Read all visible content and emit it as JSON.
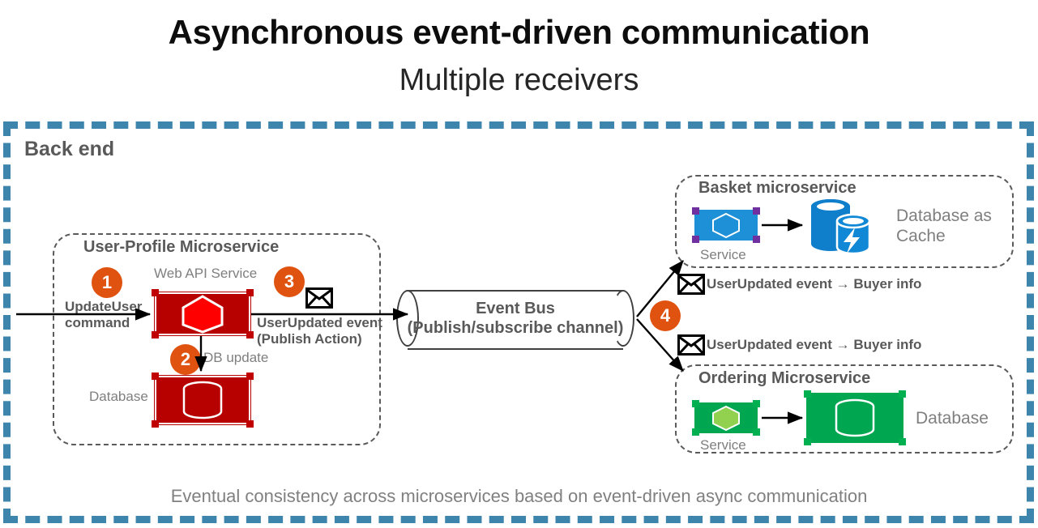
{
  "title": {
    "main": "Asynchronous event-driven communication",
    "subtitle": "Multiple receivers"
  },
  "backend": {
    "label": "Back end",
    "border_color": "#3d85ad",
    "footer_note": "Eventual consistency across microservices based on event-driven async communication"
  },
  "user_profile": {
    "group_title": "User-Profile Microservice",
    "step1": "1",
    "step2": "2",
    "step3": "3",
    "incoming_label": "UpdateUser\ncommand",
    "incoming_label_line1": "UpdateUser",
    "incoming_label_line2": "command",
    "web_api_caption": "Web API Service",
    "db_update_caption": "DB update",
    "database_caption": "Database",
    "publish_label_line1": "UserUpdated event",
    "publish_label_line2": "(Publish Action)",
    "envelope_icon": "envelope-icon",
    "service_color": "#B70000",
    "hexagon_color": "#FF0000"
  },
  "event_bus": {
    "line1": "Event Bus",
    "line2": "(Publish/subscribe channel)",
    "step4": "4"
  },
  "basket": {
    "group_title": "Basket microservice",
    "service_caption": "Service",
    "database_caption_line1": "Database as",
    "database_caption_line2": "Cache",
    "event_label": "UserUpdated event → Buyer info",
    "envelope_icon": "envelope-icon",
    "service_color": "#1E90D8",
    "corner_color": "#7030A0",
    "cache_color": "#0F7FCB"
  },
  "ordering": {
    "group_title": "Ordering Microservice",
    "service_caption": "Service",
    "database_caption": "Database",
    "event_label": "UserUpdated event → Buyer info",
    "envelope_icon": "envelope-icon",
    "service_color": "#00A650",
    "hexagon_color": "#92D050",
    "corner_color": "#00B050"
  },
  "palette": {
    "accent_orange": "#E0520F",
    "frame_blue": "#3d85ad",
    "grey_text": "#595959",
    "light_grey_text": "#7f7f7f"
  }
}
